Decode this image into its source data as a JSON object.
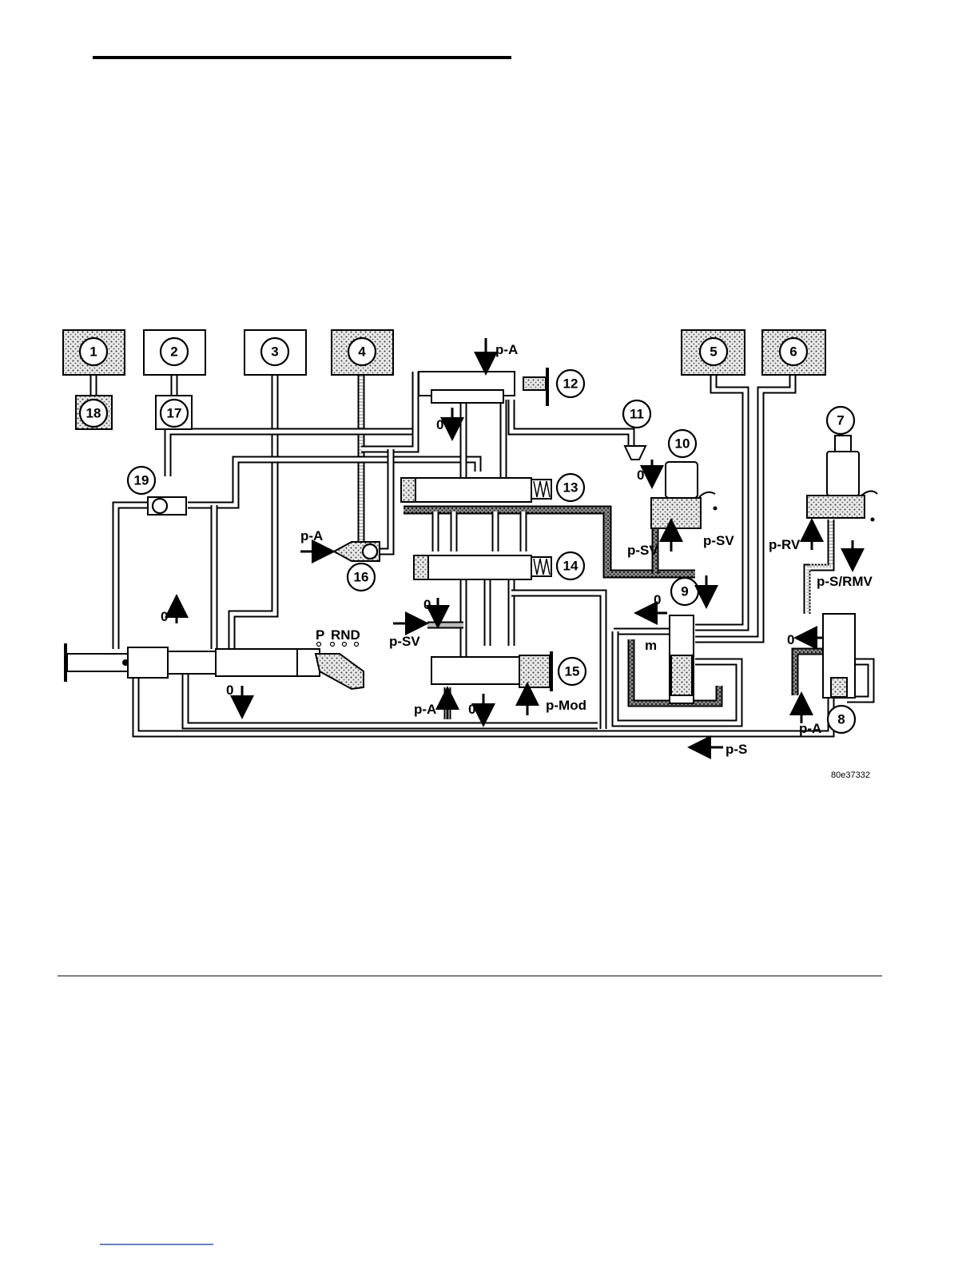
{
  "components": [
    {
      "id": "1",
      "label": "1"
    },
    {
      "id": "2",
      "label": "2"
    },
    {
      "id": "3",
      "label": "3"
    },
    {
      "id": "4",
      "label": "4"
    },
    {
      "id": "5",
      "label": "5"
    },
    {
      "id": "6",
      "label": "6"
    },
    {
      "id": "7",
      "label": "7"
    },
    {
      "id": "8",
      "label": "8"
    },
    {
      "id": "9",
      "label": "9"
    },
    {
      "id": "10",
      "label": "10"
    },
    {
      "id": "11",
      "label": "11"
    },
    {
      "id": "12",
      "label": "12"
    },
    {
      "id": "13",
      "label": "13"
    },
    {
      "id": "14",
      "label": "14"
    },
    {
      "id": "15",
      "label": "15"
    },
    {
      "id": "16",
      "label": "16"
    },
    {
      "id": "17",
      "label": "17"
    },
    {
      "id": "18",
      "label": "18"
    },
    {
      "id": "19",
      "label": "19"
    }
  ],
  "pressure_labels": {
    "pa_top": "p-A",
    "pa_16": "p-A",
    "pa_15": "p-A",
    "pa_8": "p-A",
    "psv_left": "p-SV",
    "psv_10a": "p-SV",
    "psv_10b": "p-SV",
    "prv": "p-RV",
    "ps_rmv": "p-S/RMV",
    "ps": "p-S",
    "pmod": "p-Mod",
    "m": "m"
  },
  "exhaust_labels": {
    "e12": "0",
    "e10": "0",
    "e_main_up": "0",
    "e_main_down": "0",
    "e14": "0",
    "e15": "0",
    "e9": "0",
    "e8": "0"
  },
  "selector": {
    "p": "P",
    "rnd": "RND"
  },
  "figure_code": "80e37332"
}
